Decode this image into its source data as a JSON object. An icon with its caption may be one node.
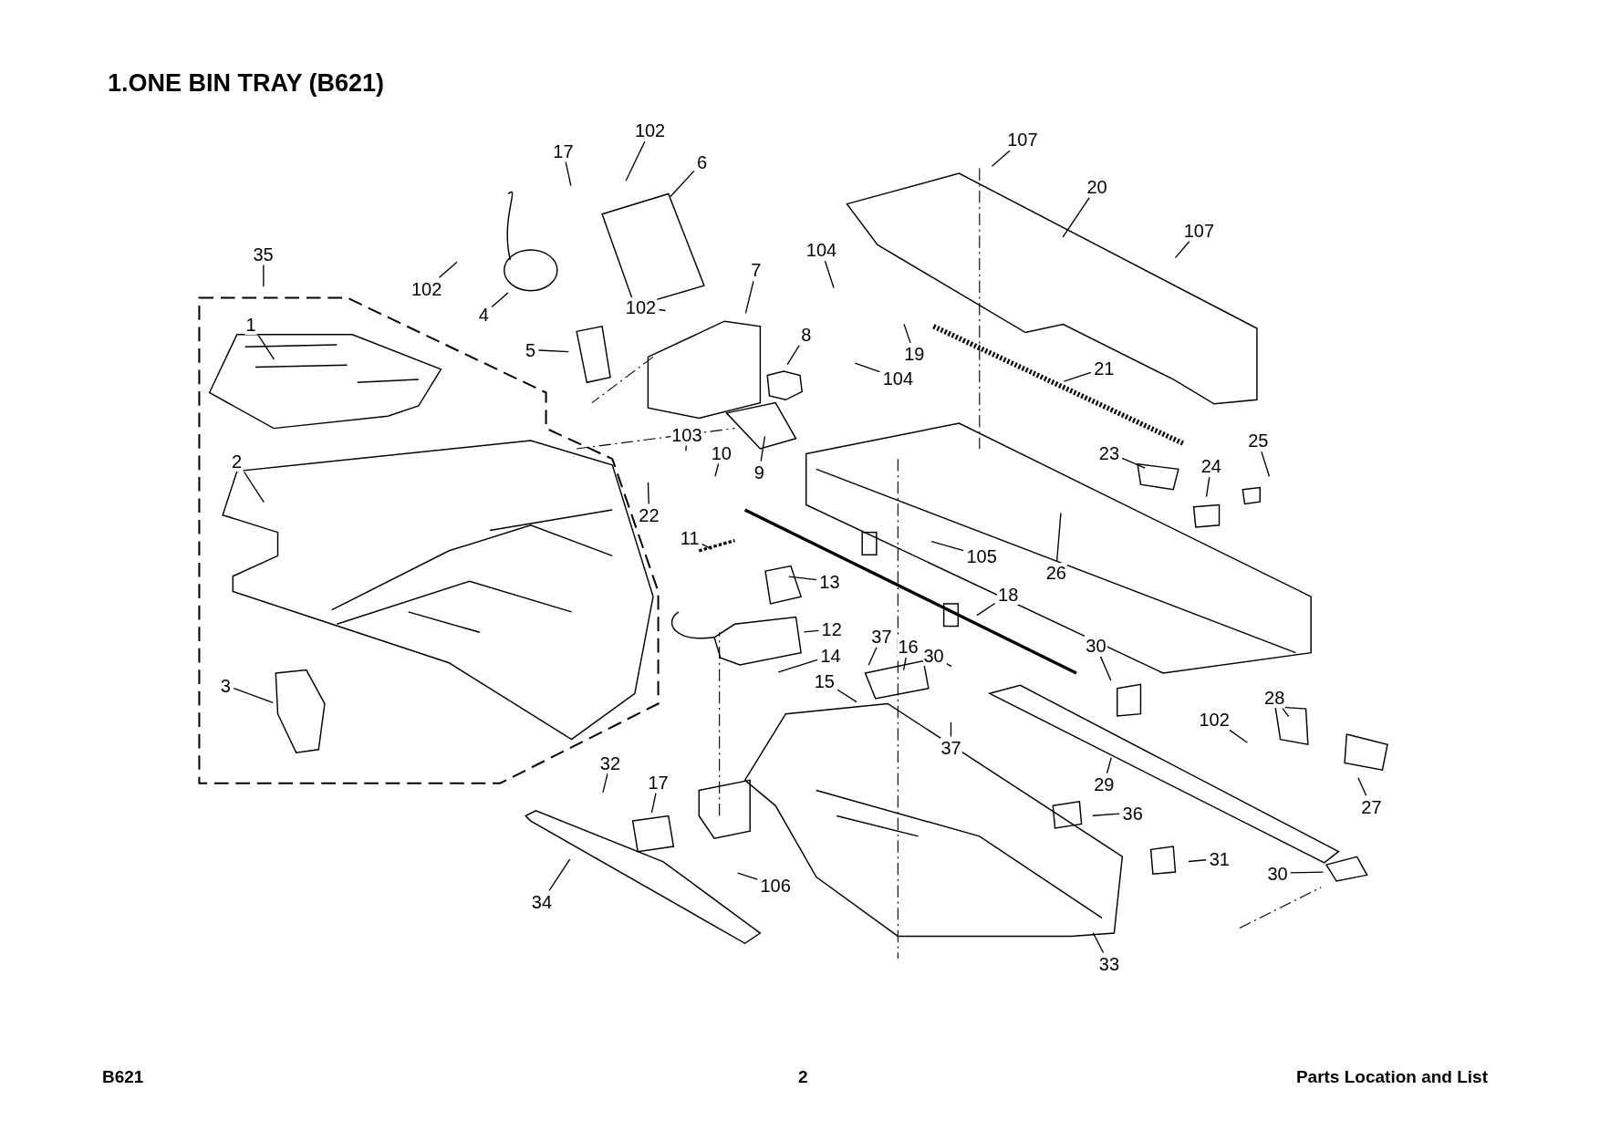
{
  "diagram": {
    "title": "1.ONE BIN TRAY (B621)",
    "nodes": [
      {
        "text": [
          "102"
        ]
      },
      {
        "text": [
          "17"
        ]
      },
      {
        "text": [
          "6"
        ]
      },
      {
        "text": [
          "107"
        ]
      },
      {
        "text": [
          "20"
        ]
      },
      {
        "text": [
          "107"
        ]
      },
      {
        "text": [
          "35"
        ]
      },
      {
        "text": [
          "102"
        ]
      },
      {
        "text": [
          "4"
        ]
      },
      {
        "text": [
          "7"
        ]
      },
      {
        "text": [
          "104"
        ]
      },
      {
        "text": [
          "102"
        ]
      },
      {
        "text": [
          "1"
        ]
      },
      {
        "text": [
          "5"
        ]
      },
      {
        "text": [
          "8"
        ]
      },
      {
        "text": [
          "104"
        ]
      },
      {
        "text": [
          "19"
        ]
      },
      {
        "text": [
          "21"
        ]
      },
      {
        "text": [
          "2"
        ]
      },
      {
        "text": [
          "103"
        ]
      },
      {
        "text": [
          "10"
        ]
      },
      {
        "text": [
          "23"
        ]
      },
      {
        "text": [
          "25"
        ]
      },
      {
        "text": [
          "24"
        ]
      },
      {
        "text": [
          "9"
        ]
      },
      {
        "text": [
          "22"
        ]
      },
      {
        "text": [
          "105"
        ]
      },
      {
        "text": [
          "26"
        ]
      },
      {
        "text": [
          "11"
        ]
      },
      {
        "text": [
          "13"
        ]
      },
      {
        "text": [
          "18"
        ]
      },
      {
        "text": [
          "12"
        ]
      },
      {
        "text": [
          "37"
        ]
      },
      {
        "text": [
          "16"
        ]
      },
      {
        "text": [
          "30"
        ]
      },
      {
        "text": [
          "30"
        ]
      },
      {
        "text": [
          "14"
        ]
      },
      {
        "text": [
          "15"
        ]
      },
      {
        "text": [
          "3"
        ]
      },
      {
        "text": [
          "28"
        ]
      },
      {
        "text": [
          "102"
        ]
      },
      {
        "text": [
          "37"
        ]
      },
      {
        "text": [
          "29"
        ]
      },
      {
        "text": [
          "27"
        ]
      },
      {
        "text": [
          "32"
        ]
      },
      {
        "text": [
          "17"
        ]
      },
      {
        "text": [
          "36"
        ]
      },
      {
        "text": [
          "31"
        ]
      },
      {
        "text": [
          "30"
        ]
      },
      {
        "text": [
          "34"
        ]
      },
      {
        "text": [
          "106"
        ]
      },
      {
        "text": [
          "33"
        ]
      }
    ],
    "edges": [
      {
        "from": 0,
        "to": null,
        "arrow": "none"
      },
      {
        "from": 1,
        "to": null,
        "arrow": "none"
      },
      {
        "from": 2,
        "to": null,
        "arrow": "none"
      },
      {
        "from": 3,
        "to": null,
        "arrow": "none"
      },
      {
        "from": 4,
        "to": null,
        "arrow": "none"
      },
      {
        "from": 5,
        "to": null,
        "arrow": "none"
      },
      {
        "from": 6,
        "to": null,
        "arrow": "none"
      },
      {
        "from": 7,
        "to": null,
        "arrow": "none"
      },
      {
        "from": 8,
        "to": null,
        "arrow": "none"
      },
      {
        "from": 9,
        "to": null,
        "arrow": "none"
      },
      {
        "from": 10,
        "to": null,
        "arrow": "none"
      },
      {
        "from": 11,
        "to": null,
        "arrow": "none"
      },
      {
        "from": 12,
        "to": null,
        "arrow": "none"
      },
      {
        "from": 13,
        "to": null,
        "arrow": "none"
      },
      {
        "from": 14,
        "to": null,
        "arrow": "none"
      },
      {
        "from": 15,
        "to": null,
        "arrow": "none"
      },
      {
        "from": 16,
        "to": null,
        "arrow": "none"
      },
      {
        "from": 17,
        "to": null,
        "arrow": "none"
      },
      {
        "from": 18,
        "to": null,
        "arrow": "none"
      },
      {
        "from": 19,
        "to": null,
        "arrow": "none"
      },
      {
        "from": 20,
        "to": null,
        "arrow": "none"
      },
      {
        "from": 21,
        "to": null,
        "arrow": "none"
      },
      {
        "from": 22,
        "to": null,
        "arrow": "none"
      },
      {
        "from": 23,
        "to": null,
        "arrow": "none"
      },
      {
        "from": 24,
        "to": null,
        "arrow": "none"
      },
      {
        "from": 25,
        "to": null,
        "arrow": "none"
      },
      {
        "from": 26,
        "to": null,
        "arrow": "none"
      },
      {
        "from": 27,
        "to": null,
        "arrow": "none"
      },
      {
        "from": 28,
        "to": null,
        "arrow": "none"
      },
      {
        "from": 29,
        "to": null,
        "arrow": "none"
      },
      {
        "from": 30,
        "to": null,
        "arrow": "none"
      },
      {
        "from": 31,
        "to": null,
        "arrow": "none"
      },
      {
        "from": 32,
        "to": null,
        "arrow": "none"
      },
      {
        "from": 33,
        "to": null,
        "arrow": "none"
      },
      {
        "from": 34,
        "to": null,
        "arrow": "none"
      },
      {
        "from": 35,
        "to": null,
        "arrow": "none"
      },
      {
        "from": 36,
        "to": null,
        "arrow": "none"
      },
      {
        "from": 37,
        "to": null,
        "arrow": "none"
      },
      {
        "from": 38,
        "to": null,
        "arrow": "none"
      },
      {
        "from": 39,
        "to": null,
        "arrow": "none"
      },
      {
        "from": 40,
        "to": null,
        "arrow": "none"
      },
      {
        "from": 41,
        "to": null,
        "arrow": "none"
      },
      {
        "from": 42,
        "to": null,
        "arrow": "none"
      },
      {
        "from": 43,
        "to": null,
        "arrow": "none"
      },
      {
        "from": 44,
        "to": null,
        "arrow": "none"
      },
      {
        "from": 45,
        "to": null,
        "arrow": "none"
      },
      {
        "from": 46,
        "to": null,
        "arrow": "none"
      },
      {
        "from": 47,
        "to": null,
        "arrow": "none"
      },
      {
        "from": 48,
        "to": null,
        "arrow": "none"
      },
      {
        "from": 49,
        "to": null,
        "arrow": "none"
      },
      {
        "from": 50,
        "to": null,
        "arrow": "none"
      },
      {
        "from": 51,
        "to": null,
        "arrow": "none"
      }
    ],
    "labels": [
      "B621",
      "2",
      "Parts Location and List"
    ]
  }
}
